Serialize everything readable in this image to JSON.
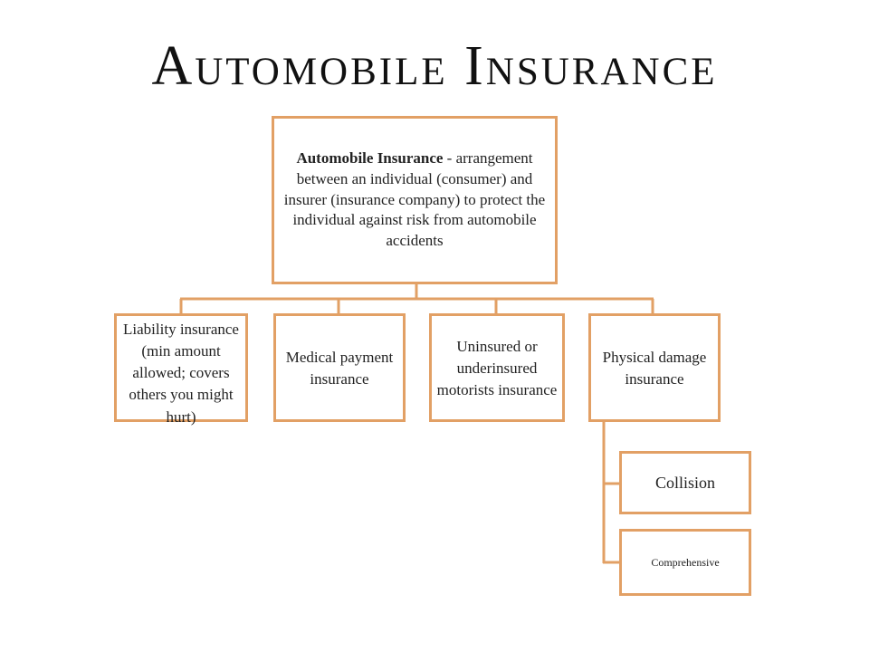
{
  "title": "Automobile Insurance",
  "colors": {
    "accent": "#e2a065",
    "text": "#222222",
    "background": "#ffffff"
  },
  "diagram": {
    "root": {
      "term": "Automobile Insurance",
      "definition": "- arrangement between an individual (consumer) and insurer (insurance company) to protect the individual against risk from automobile accidents"
    },
    "children": [
      {
        "label": "Liability insurance (min amount allowed; covers others you might hurt)"
      },
      {
        "label": "Medical payment insurance"
      },
      {
        "label": "Uninsured or underinsured motorists insurance"
      },
      {
        "label": "Physical damage insurance",
        "children": [
          {
            "label": "Collision"
          },
          {
            "label": "Comprehensive"
          }
        ]
      }
    ]
  }
}
